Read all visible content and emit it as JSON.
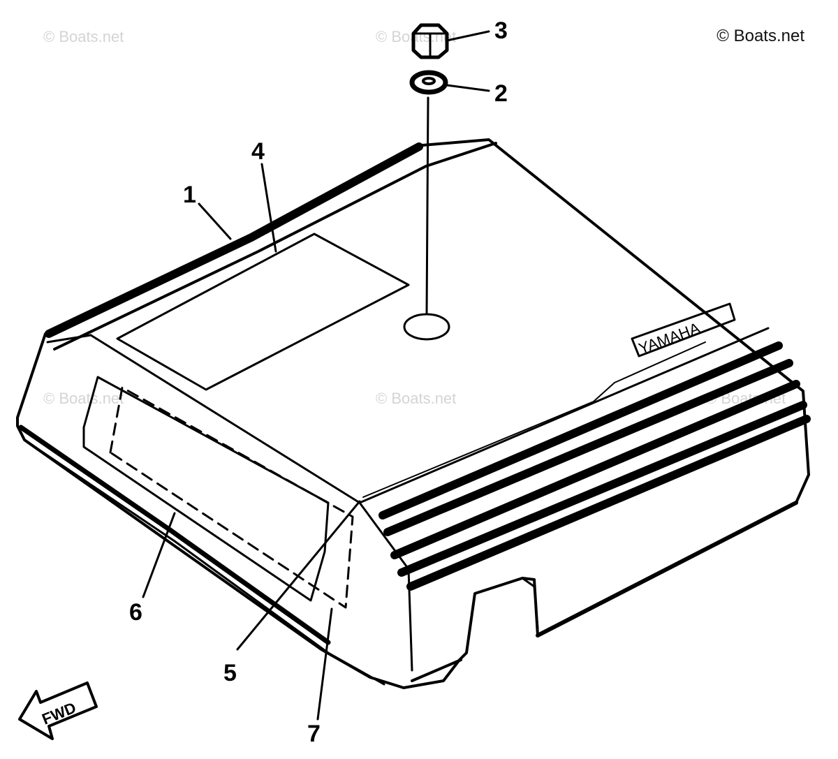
{
  "copyright": "© Boats.net",
  "watermarks": [
    "© Boats.net",
    "© Boats.net",
    "© Boats.net",
    "© Boats.net",
    "© Boats.net"
  ],
  "brand_label": "YAMAHA",
  "direction_label": "FWD",
  "callouts": [
    "1",
    "2",
    "3",
    "4",
    "5",
    "6",
    "7"
  ],
  "colors": {
    "ink": "#000000",
    "background": "#ffffff",
    "watermark": "#d4d4d4"
  }
}
